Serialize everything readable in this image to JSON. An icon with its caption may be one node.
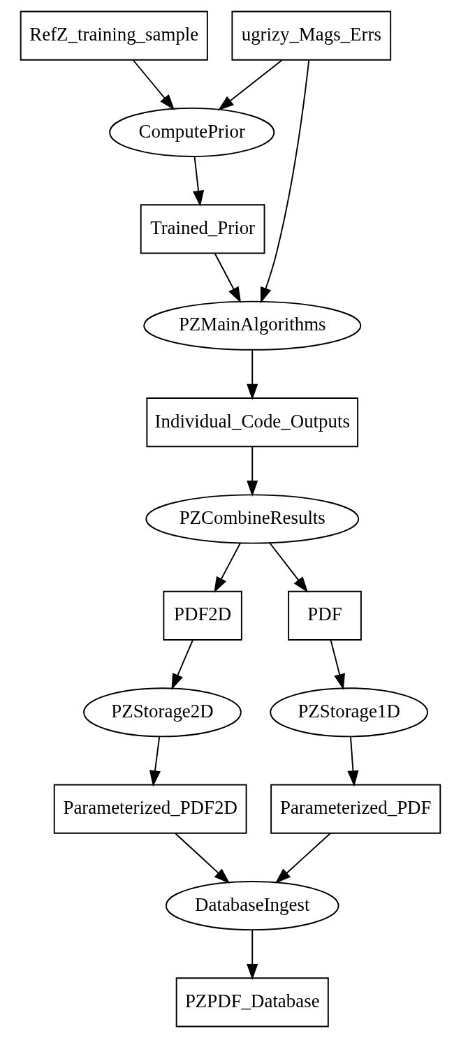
{
  "diagram": {
    "nodes": [
      {
        "text": [
          "RefZ_training_sample"
        ]
      },
      {
        "text": [
          "ugrizy_Mags_Errs"
        ]
      },
      {
        "text": [
          "ComputePrior"
        ]
      },
      {
        "text": [
          "Trained_Prior"
        ]
      },
      {
        "text": [
          "PZMainAlgorithms"
        ]
      },
      {
        "text": [
          "Individual_Code_Outputs"
        ]
      },
      {
        "text": [
          "PZCombineResults"
        ]
      },
      {
        "text": [
          "PDF2D"
        ]
      },
      {
        "text": [
          "PDF"
        ]
      },
      {
        "text": [
          "PZStorage2D"
        ]
      },
      {
        "text": [
          "PZStorage1D"
        ]
      },
      {
        "text": [
          "Parameterized_PDF2D"
        ]
      },
      {
        "text": [
          "Parameterized_PDF"
        ]
      },
      {
        "text": [
          "DatabaseIngest"
        ]
      },
      {
        "text": [
          "PZPDF_Database"
        ]
      }
    ],
    "edges": [
      {
        "from": 0,
        "to": 2,
        "arrow": "to"
      },
      {
        "from": 1,
        "to": 2,
        "arrow": "to"
      },
      {
        "from": 2,
        "to": 3,
        "arrow": "to"
      },
      {
        "from": 3,
        "to": 4,
        "arrow": "to"
      },
      {
        "from": 1,
        "to": 4,
        "arrow": "to"
      },
      {
        "from": 4,
        "to": 5,
        "arrow": "to"
      },
      {
        "from": 5,
        "to": 6,
        "arrow": "to"
      },
      {
        "from": 6,
        "to": 7,
        "arrow": "to"
      },
      {
        "from": 6,
        "to": 8,
        "arrow": "to"
      },
      {
        "from": 7,
        "to": 9,
        "arrow": "to"
      },
      {
        "from": 8,
        "to": 10,
        "arrow": "to"
      },
      {
        "from": 9,
        "to": 11,
        "arrow": "to"
      },
      {
        "from": 10,
        "to": 12,
        "arrow": "to"
      },
      {
        "from": 11,
        "to": 13,
        "arrow": "to"
      },
      {
        "from": 12,
        "to": 13,
        "arrow": "to"
      },
      {
        "from": 13,
        "to": 14,
        "arrow": "to"
      }
    ]
  }
}
